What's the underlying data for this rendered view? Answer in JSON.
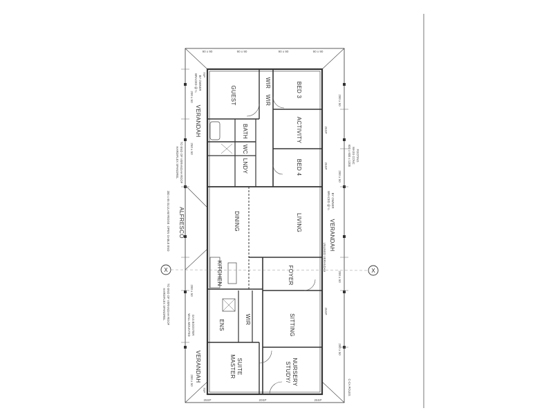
{
  "rooms": {
    "guest": "GUEST",
    "bath": "BATH",
    "wir_top": "WIR",
    "wir_mid": "WIR",
    "bed3": "BED 3",
    "activity": "ACTIVITY",
    "bed4": "BED 4",
    "dining": "DINING",
    "living": "LIVING",
    "alfresco": "ALFRESCO",
    "kitchen": "KITCHEN",
    "foyer": "FOYER",
    "ens": "ENS",
    "wir_bottom": "WIR",
    "sitting": "SITTING",
    "master_suite": "MASTER\nSUITE",
    "master_line1": "MASTER",
    "master_line2": "SUITE",
    "study_line1": "STUDY/",
    "study_line2": "NURSERY",
    "verandah_top": "VERANDAH",
    "verandah_bottom": "VERANDAH",
    "verandah_right": "VERANDAH",
    "wc": "WC",
    "lndy": "LNDY"
  },
  "notes": {
    "hardiflex_top": "HARDIFLEX SPANDREL",
    "hardiflex_top2": "TO END OF VERANDAH ROOF",
    "hardiflex_bottom": "HARDIFLEX SPANDREL",
    "hardiflex_bottom2": "TO END OF VERANDAH ROOF",
    "gable_top": "200 x 65 GLULAM RIDGE",
    "gable_open": "OPEN GABLE END",
    "unlined_verandah": "UNLINED VERANDAH",
    "gas_booster": "WALL MOUNTED",
    "gas_booster2": "GAS BOOSTER",
    "c_pole": "C-CA POLES",
    "gas_pole": "600 x 600 x 1200",
    "gas_pole2": "MASS CONC",
    "gas_pole3": "FOOTING",
    "braced": "BRACED @ ¼",
    "by_owner": "BY OWNER"
  },
  "dims": {
    "d200x50": "200 x 50",
    "d250x50": "250 x 50",
    "d90x90": "90 x 90",
    "d25sp": "25SP",
    "d20sp": "20SP",
    "d75p": "75P"
  },
  "markers": {
    "section_left": "X",
    "section_right": "X"
  },
  "colors": {
    "line": "#333333",
    "background": "#ffffff"
  }
}
